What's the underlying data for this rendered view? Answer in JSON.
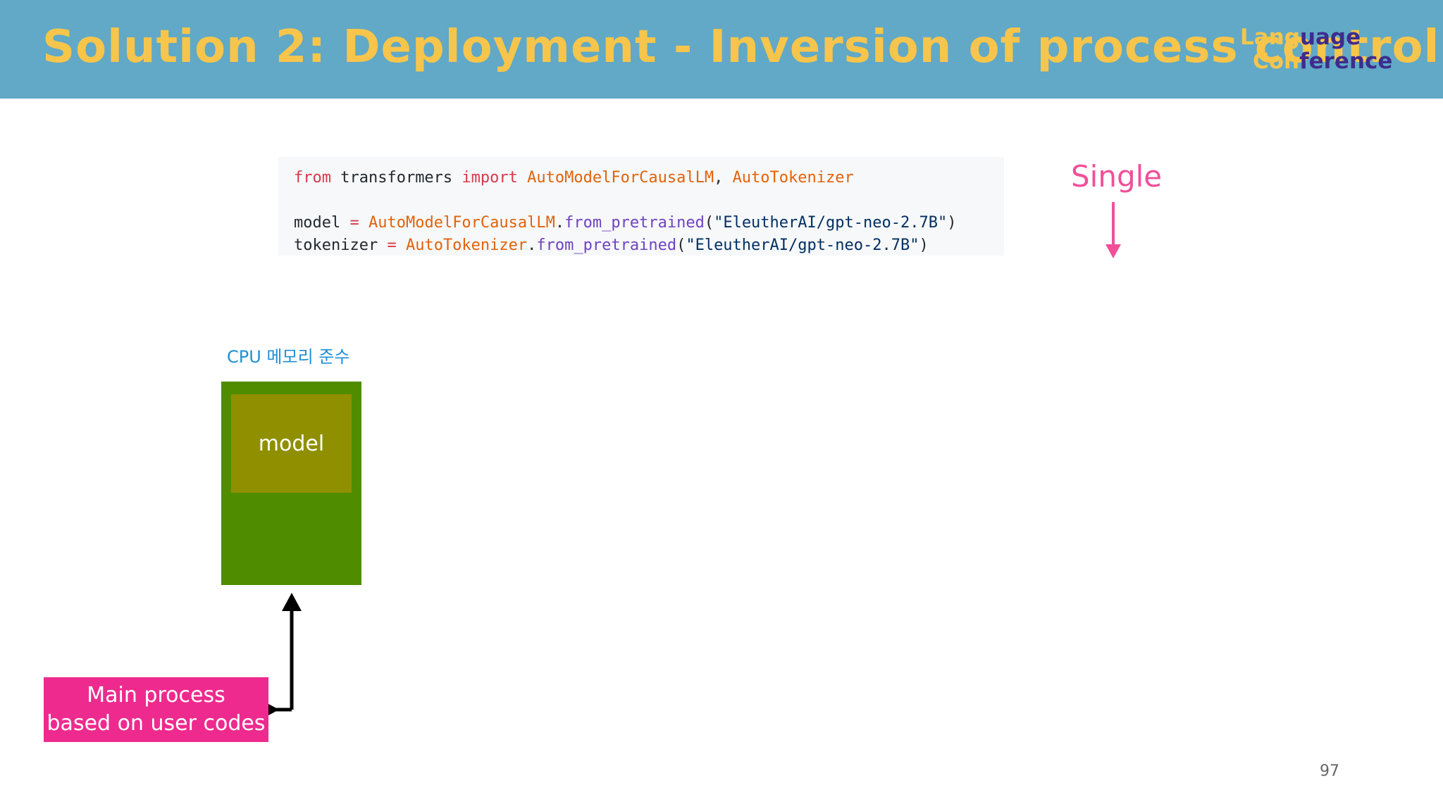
{
  "header": {
    "title": "Solution 2: Deployment - Inversion of process control",
    "logo": {
      "line1_a": "Lang",
      "line1_b": "uage",
      "line2_a": "Con",
      "line2_b": "ference"
    }
  },
  "code": {
    "line1": {
      "kw1": "from",
      "mod": " transformers ",
      "kw2": "import",
      "sp": " ",
      "cls1": "AutoModelForCausalLM",
      "comma": ", ",
      "cls2": "AutoTokenizer"
    },
    "line3": {
      "var": "model ",
      "op": "=",
      "sp": " ",
      "cls": "AutoModelForCausalLM",
      "dot": ".",
      "fn": "from_pretrained",
      "open": "(",
      "str": "\"EleutherAI/gpt-neo-2.7B\"",
      "close": ")"
    },
    "line4": {
      "var": "tokenizer ",
      "op": "=",
      "sp": " ",
      "cls": "AutoTokenizer",
      "dot": ".",
      "fn": "from_pretrained",
      "open": "(",
      "str": "\"EleutherAI/gpt-neo-2.7B\"",
      "close": ")"
    }
  },
  "single_label": "Single",
  "cpu_label": "CPU 메모리 준수",
  "model_label": "model",
  "main_process": {
    "line1": "Main process",
    "line2": "based on user codes"
  },
  "page_number": "97",
  "colors": {
    "header_bg": "#61a9c6",
    "title": "#f7c54b",
    "single": "#f0509a",
    "cpu_box": "#4f8c00",
    "model_box": "#8f8f00",
    "main_box": "#ee2a8e"
  },
  "icons": {
    "single_arrow": "arrow-down-icon",
    "connector_arrow": "arrow-up-icon"
  }
}
